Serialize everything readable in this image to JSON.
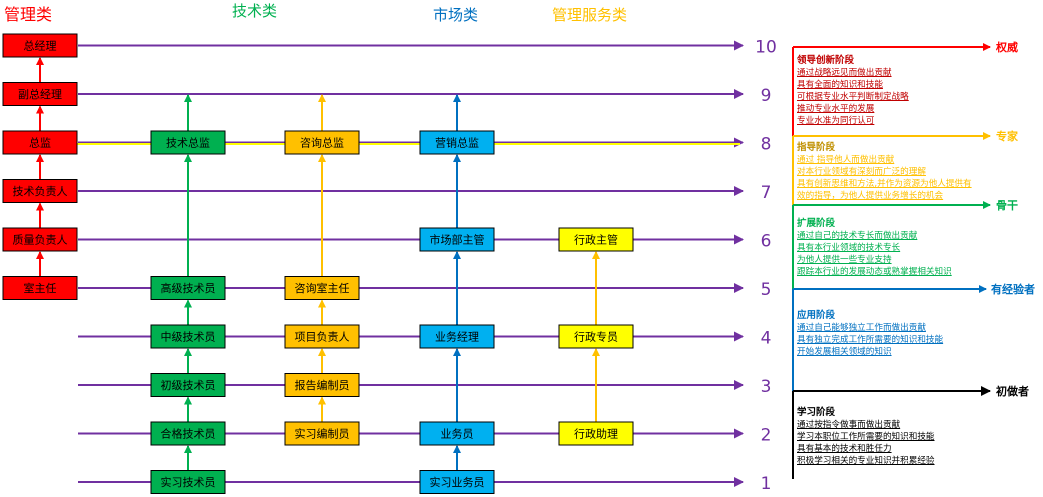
{
  "colors": {
    "mgmt": "#ff0000",
    "tech": "#00b050",
    "market": "#0070c0",
    "service": "#ffc000",
    "service_box": "#ffff00",
    "level_line": "#7030a0",
    "black": "#000000"
  },
  "headers": {
    "mgmt": "管理类",
    "tech": "技术类",
    "market": "市场类",
    "service": "管理服务类"
  },
  "levels": [
    "1",
    "2",
    "3",
    "4",
    "5",
    "6",
    "7",
    "8",
    "9",
    "10"
  ],
  "tracks": {
    "mgmt": [
      {
        "level": 5,
        "label": "室主任"
      },
      {
        "level": 6,
        "label": "质量负责人"
      },
      {
        "level": 7,
        "label": "技术负责人"
      },
      {
        "level": 8,
        "label": "总监"
      },
      {
        "level": 9,
        "label": "副总经理"
      },
      {
        "level": 10,
        "label": "总经理"
      }
    ],
    "tech": [
      {
        "level": 1,
        "label": "实习技术员"
      },
      {
        "level": 2,
        "label": "合格技术员"
      },
      {
        "level": 3,
        "label": "初级技术员"
      },
      {
        "level": 4,
        "label": "中级技术员"
      },
      {
        "level": 5,
        "label": "高级技术员"
      },
      {
        "level": 8,
        "label": "技术总监"
      }
    ],
    "consult": [
      {
        "level": 2,
        "label": "实习编制员"
      },
      {
        "level": 3,
        "label": "报告编制员"
      },
      {
        "level": 4,
        "label": "项目负责人"
      },
      {
        "level": 5,
        "label": "咨询室主任"
      },
      {
        "level": 8,
        "label": "咨询总监"
      }
    ],
    "market": [
      {
        "level": 1,
        "label": "实习业务员"
      },
      {
        "level": 2,
        "label": "业务员"
      },
      {
        "level": 4,
        "label": "业务经理"
      },
      {
        "level": 6,
        "label": "市场部主管"
      },
      {
        "level": 8,
        "label": "营销总监"
      }
    ],
    "service": [
      {
        "level": 2,
        "label": "行政助理"
      },
      {
        "level": 4,
        "label": "行政专员"
      },
      {
        "level": 6,
        "label": "行政主管"
      }
    ]
  },
  "tiers": [
    {
      "label": "权威",
      "color": "#ff0000"
    },
    {
      "label": "专家",
      "color": "#ffc000"
    },
    {
      "label": "骨干",
      "color": "#00b050"
    },
    {
      "label": "有经验者",
      "color": "#0070c0"
    },
    {
      "label": "初做者",
      "color": "#000000"
    }
  ],
  "stages": [
    {
      "title": "领导创新阶段",
      "color": "#c00000",
      "lines": [
        "通过战略远见而做出贡献",
        "具有全面的知识和技能",
        "可根据专业水平判断制定战略",
        "推动专业水平的发展",
        "专业水准为同行认可"
      ]
    },
    {
      "title": "指导阶段",
      "color": "#ffc000",
      "lines": [
        "通过 指导他人而做出贡献",
        "对本行业领域有深刻而广泛的理解",
        "具有创新思维和方法,并作为资源为他人提供有",
        "效的指导，为他人提供业务增长的机会"
      ]
    },
    {
      "title": "扩展阶段",
      "color": "#00b050",
      "lines": [
        "通过自己的技术专长而做出贡献",
        "具有本行业领域的技术专长",
        "为他人提供一些专业支持",
        "跟踪本行业的发展动态或熟掌握相关知识"
      ]
    },
    {
      "title": "应用阶段",
      "color": "#0070c0",
      "lines": [
        "通过自己能够独立工作而做出贡献",
        "具有独立完成工作所需要的知识和技能",
        "开始发展相关领域的知识"
      ]
    },
    {
      "title": "学习阶段",
      "color": "#000000",
      "lines": [
        "通过按指令做事而做出贡献",
        "学习本职位工作所需要的知识和技能",
        "具有基本的技术和胜任力",
        "积极学习相关的专业知识并积累经验"
      ]
    }
  ]
}
